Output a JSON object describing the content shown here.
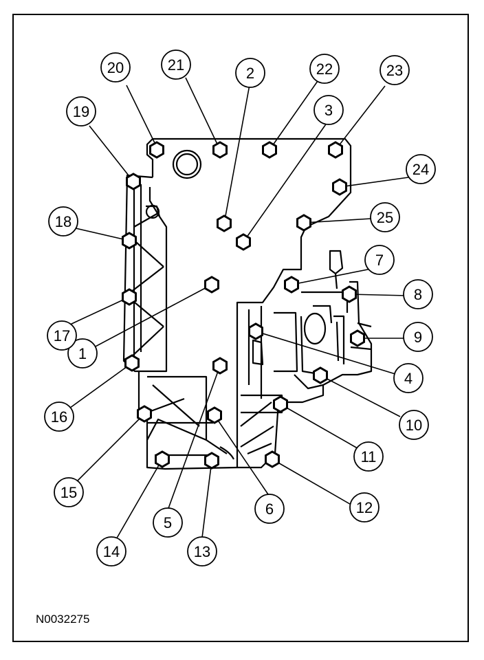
{
  "figure_id": "N0032275",
  "callouts": [
    "1",
    "2",
    "3",
    "4",
    "5",
    "6",
    "7",
    "8",
    "9",
    "10",
    "11",
    "12",
    "13",
    "14",
    "15",
    "16",
    "17",
    "18",
    "19",
    "20",
    "21",
    "22",
    "23",
    "24",
    "25"
  ],
  "colors": {
    "line": "#000000",
    "background": "#ffffff",
    "bolt_fill": "#ffffff"
  }
}
